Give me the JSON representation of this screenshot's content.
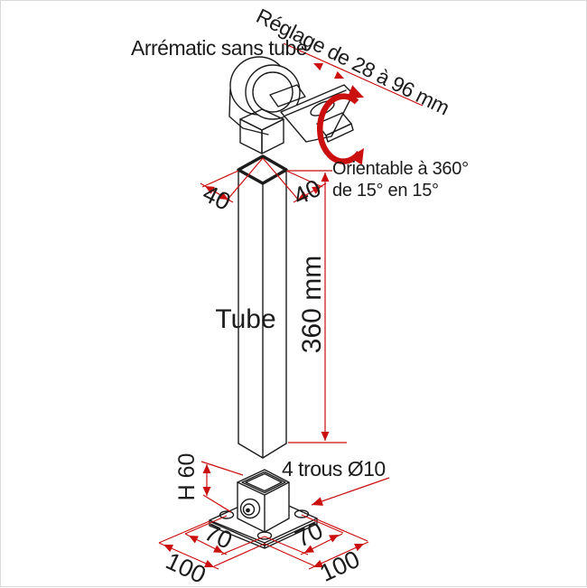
{
  "diagram": {
    "product_label": "Arrématic sans tube",
    "adjustment_label": "Réglage de 28 à 96 mm",
    "orientable_line1": "Orientable à 360°",
    "orientable_line2": "de 15° en 15°",
    "tube_label": "Tube",
    "tube_height": "360 mm",
    "tube_width_left": "40",
    "tube_width_right": "40",
    "base_height": "H 60",
    "holes_label": "4 trous Ø10",
    "hole_spacing_left": "70",
    "hole_spacing_right": "70",
    "plate_size_left": "100",
    "plate_size_right": "100"
  },
  "colors": {
    "line": "#1c1c1c",
    "dimension": "#cb0e0e",
    "background": "#ffffff"
  }
}
